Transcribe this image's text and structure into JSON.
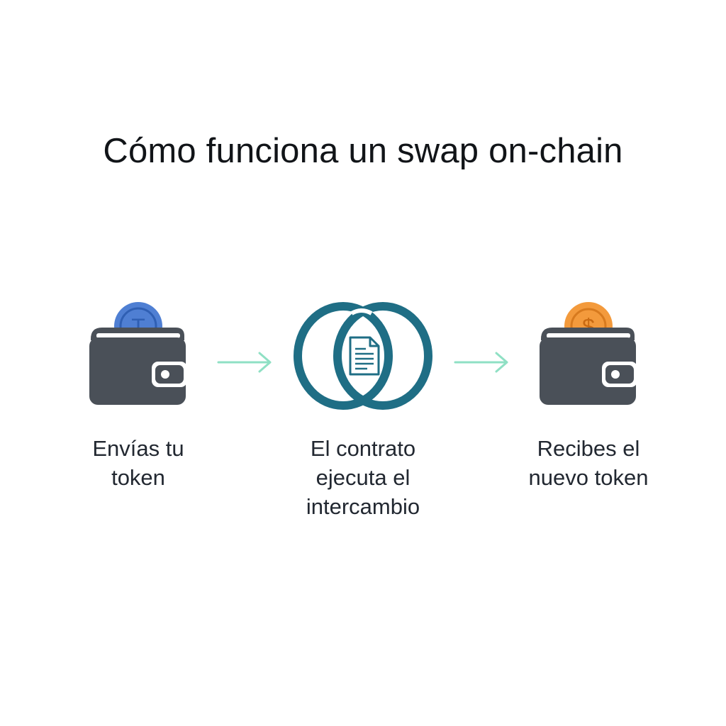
{
  "title": "Cómo funciona un swap on-chain",
  "steps": [
    {
      "label": "Envías tu\ntoken",
      "icon": "wallet-with-blue-token-icon",
      "coin_color": "#4f7fd3",
      "coin_symbol": "T"
    },
    {
      "label": "El contrato\nejecuta el\nintercambio",
      "icon": "interlocking-rings-contract-icon",
      "ring_color": "#1f6e85"
    },
    {
      "label": "Recibes el\nnuevo token",
      "icon": "wallet-with-orange-coin-icon",
      "coin_color": "#f39a3c",
      "coin_symbol": "$"
    }
  ],
  "colors": {
    "wallet": "#4a5058",
    "arrow": "#8fe0c4",
    "text": "#222831"
  }
}
